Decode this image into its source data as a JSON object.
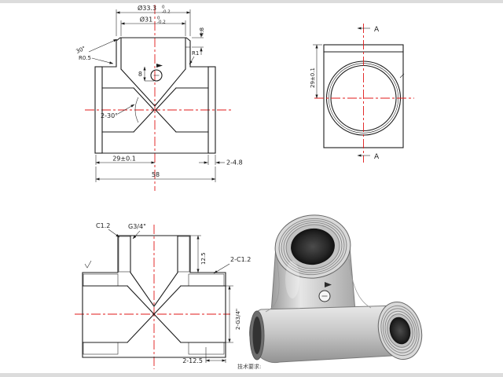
{
  "colors": {
    "line": "#1c1c1c",
    "centerline": "#e01818",
    "bg": "#ffffff",
    "edge": "#dcdcdc"
  },
  "front_view": {
    "dia_outer": "Ø33.3",
    "dia_outer_tol_upper": "0",
    "dia_outer_tol_lower": "-0.2",
    "dia_inner": "Ø31",
    "dia_inner_tol_upper": "0",
    "dia_inner_tol_lower": "-0.2",
    "flange_height": "4.8",
    "chamfer_angle": "30°",
    "radius_left": "R0.5",
    "radius_right": "R1",
    "bore_depth": "8",
    "cone_angle": "2-30°",
    "center_to_end": "29±0.1",
    "groove": "2-4.8",
    "overall_length": "58"
  },
  "side_view": {
    "section_label_top": "A",
    "section_label_bottom": "A",
    "center_to_top": "29±0.1"
  },
  "thread_view": {
    "chamfer_top": "C1.2",
    "thread_top": "G3/4\"",
    "thread_depth_top": "12.5",
    "chamfer_sides": "2-C1.2",
    "thread_sides": "2-G3/4\"",
    "thread_depth_sides": "2-12.5"
  },
  "footer": {
    "note": "技术要求:"
  }
}
